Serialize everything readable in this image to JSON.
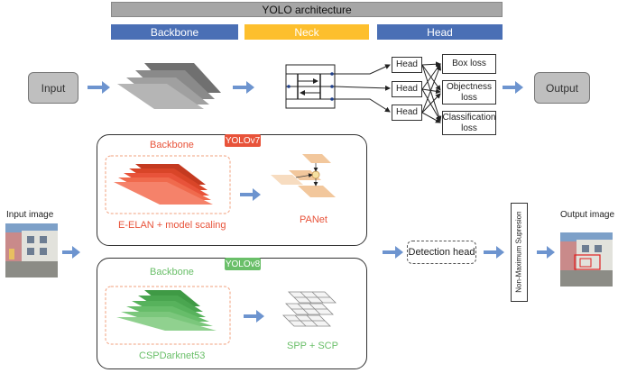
{
  "header": {
    "title": "YOLO architecture",
    "backbone": "Backbone",
    "neck": "Neck",
    "head": "Head"
  },
  "top_flow": {
    "input": "Input",
    "output": "Output",
    "heads": [
      "Head",
      "Head",
      "Head"
    ],
    "losses": [
      "Box loss",
      "Objectness loss",
      "Classification loss"
    ]
  },
  "yolov7": {
    "tag": "YOLOv7",
    "backbone_label": "Backbone",
    "backbone_caption": "E-ELAN + model scaling",
    "neck_caption": "PANet"
  },
  "yolov8": {
    "tag": "YOLOv8",
    "backbone_label": "Backbone",
    "backbone_caption": "CSPDarknet53",
    "neck_caption": "SPP + SCP"
  },
  "bottom_flow": {
    "input_image_label": "Input image",
    "detection_head": "Detection head",
    "nms": "Non-Maximum Supresion",
    "output_image_label": "Output image"
  },
  "colors": {
    "title_bar": "#a6a6a6",
    "backbone_bar": "#4a6fb5",
    "neck_bar": "#fdbf2d",
    "head_bar": "#4a6fb5",
    "arrow": "#6d94cf",
    "yolov7": "#e8533a",
    "yolov8": "#6abf69",
    "panet": "#f2c79c"
  }
}
